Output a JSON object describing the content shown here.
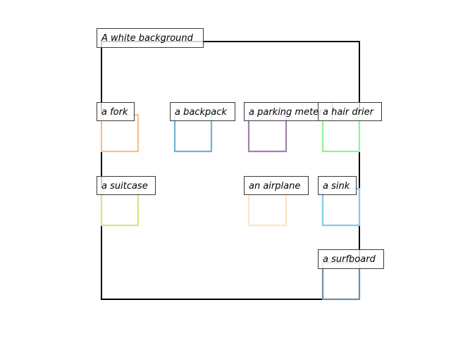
{
  "scene": {
    "background_label": "A white background",
    "frame_color": "#000000",
    "objects": [
      {
        "label": "a fork",
        "color": "#f7bf8f"
      },
      {
        "label": "a backpack",
        "color": "#6cb4cc"
      },
      {
        "label": "a parking meter",
        "color": "#a47fae"
      },
      {
        "label": "a hair drier",
        "color": "#8ef29a"
      },
      {
        "label": "a suitcase",
        "color": "#d5e486"
      },
      {
        "label": "an airplane",
        "color": "#fde6c2"
      },
      {
        "label": "a sink",
        "color": "#84c8ec"
      },
      {
        "label": "a surfboard",
        "color": "#6f8ea5"
      }
    ]
  }
}
